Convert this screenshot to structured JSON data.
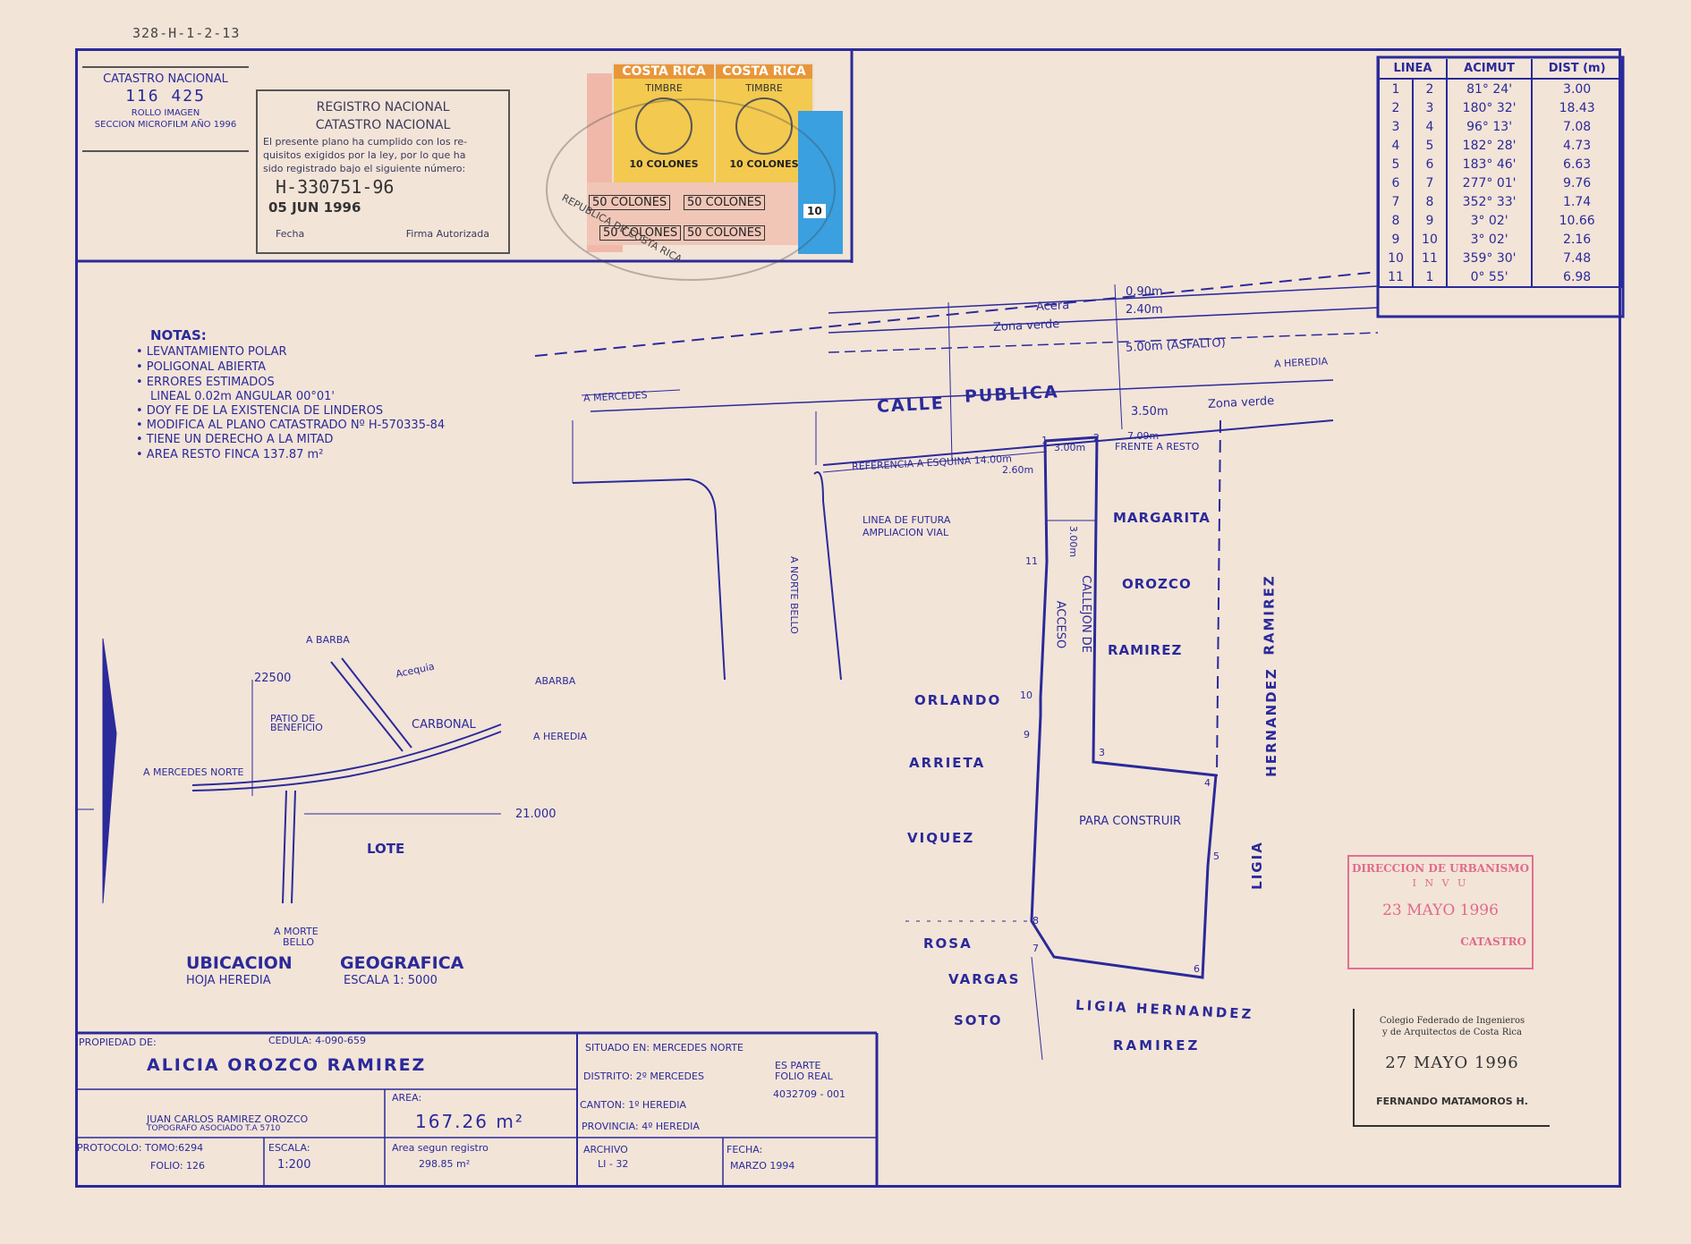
{
  "reference_code": "328-H-1-2-13",
  "catastro": {
    "title": "CATASTRO NACIONAL",
    "number": "116 425",
    "line1": "ROLLO IMAGEN",
    "line2": "SECCION MICROFILM AÑO 1996"
  },
  "registro": {
    "title1": "REGISTRO NACIONAL",
    "title2": "CATASTRO NACIONAL",
    "text1": "El presente plano ha cumplido con los re-",
    "text2": "quisitos exigidos por la ley, por lo que ha",
    "text3": "sido registrado bajo el siguiente número:",
    "plano_number": "H-330751-96",
    "date": "05 JUN 1996",
    "fecha_label": "Fecha",
    "firma_label": "Firma Autorizada"
  },
  "stamps": {
    "country": "COSTA RICA",
    "timbre": "TIMBRE",
    "ten_colones": "10 COLONES",
    "fifty_colones": "50 COLONES",
    "ten_small": "10",
    "seal_text": "REPUBLICA DE COSTA RICA"
  },
  "table": {
    "headers": [
      "LINEA",
      "ACIMUT",
      "DIST (m)"
    ],
    "rows": [
      [
        "1",
        "2",
        "81° 24'",
        "3.00"
      ],
      [
        "2",
        "3",
        "180° 32'",
        "18.43"
      ],
      [
        "3",
        "4",
        "96° 13'",
        "7.08"
      ],
      [
        "4",
        "5",
        "182° 28'",
        "4.73"
      ],
      [
        "5",
        "6",
        "183° 46'",
        "6.63"
      ],
      [
        "6",
        "7",
        "277° 01'",
        "9.76"
      ],
      [
        "7",
        "8",
        "352° 33'",
        "1.74"
      ],
      [
        "8",
        "9",
        "3° 02'",
        "10.66"
      ],
      [
        "9",
        "10",
        "3° 02'",
        "2.16"
      ],
      [
        "10",
        "11",
        "359° 30'",
        "7.48"
      ],
      [
        "11",
        "1",
        "0° 55'",
        "6.98"
      ]
    ]
  },
  "notes": {
    "title": "NOTAS:",
    "items": [
      "• LEVANTAMIENTO POLAR",
      "• POLIGONAL ABIERTA",
      "• ERRORES ESTIMADOS",
      "LINEAL 0.02m ANGULAR 00°01'",
      "• DOY FE DE LA EXISTENCIA DE LINDEROS",
      "• MODIFICA AL PLANO CATASTRADO Nº H-570335-84",
      "• TIENE UN DERECHO A LA MITAD",
      "• AREA RESTO FINCA 137.87 m²"
    ]
  },
  "plan": {
    "acera": "Acera",
    "acera_dim": "0.90m",
    "zona_verde_top": "Zona verde",
    "zona_dim": "2.40m",
    "asfalto": "5.00m (ASFALTO)",
    "calle": "CALLE",
    "publica": "PUBLICA",
    "a_heredia": "A HEREDIA",
    "a_mercedes": "A MERCEDES",
    "zona_verde_bottom": "Zona verde",
    "zona_bottom_dim": "3.50m",
    "referencia": "REFERENCIA A ESQUINA 14.00m",
    "dim_300_top": "3.00m",
    "dim_709": "7.09m",
    "frente": "FRENTE A RESTO",
    "dim_260": "2.60m",
    "futura1": "LINEA DE FUTURA",
    "futura2": "AMPLIACION VIAL",
    "dim_300_side": "3.00m",
    "callejon": "CALLEJON DE",
    "acceso": "ACCESO",
    "a_norte_bello": "A NORTE BELLO",
    "margarita": "MARGARITA",
    "orozco": "OROZCO",
    "ramirez1": "RAMIREZ",
    "ligia_side1": "LIGIA",
    "ligia_side2": "HERNANDEZ",
    "ligia_side3": "RAMIREZ",
    "orlando": "ORLANDO",
    "arrieta": "ARRIETA",
    "viquez": "VIQUEZ",
    "para_construir": "PARA CONSTRUIR",
    "rosa": "ROSA",
    "vargas": "VARGAS",
    "soto": "SOTO",
    "ligia_bottom": "LIGIA HERNANDEZ",
    "ramirez_bottom": "RAMIREZ",
    "points": [
      "1",
      "2",
      "3",
      "4",
      "5",
      "6",
      "7",
      "8",
      "9",
      "10",
      "11"
    ]
  },
  "location": {
    "a_barba": "A BARBA",
    "coord_n": "22500",
    "acequia": "Acequia",
    "abarba": "ABARBA",
    "patio1": "PATIO DE",
    "patio2": "BENEFICIO",
    "carbonal": "CARBONAL",
    "a_heredia": "A HEREDIA",
    "a_mercedes_norte": "A MERCEDES NORTE",
    "coord_e": "21.000",
    "lote": "LOTE",
    "a_morte": "A MORTE",
    "bello": "BELLO",
    "ubicacion": "UBICACION",
    "geografica": "GEOGRAFICA",
    "hoja": "HOJA HEREDIA",
    "escala": "ESCALA 1: 5000"
  },
  "title_block": {
    "propiedad_label": "PROPIEDAD DE:",
    "cedula": "CEDULA: 4-090-659",
    "owner": "ALICIA OROZCO RAMIREZ",
    "topografo_name": "JUAN CARLOS RAMIREZ OROZCO",
    "topografo_title": "TOPOGRAFO ASOCIADO T.A 5710",
    "area_label": "AREA:",
    "area_value": "167.26 m²",
    "protocolo": "PROTOCOLO: TOMO:6294",
    "folio": "FOLIO: 126",
    "escala_label": "ESCALA:",
    "escala_value": "1:200",
    "area_registro_label": "Area segun registro",
    "area_registro_value": "298.85 m²",
    "situado": "SITUADO EN: MERCEDES NORTE",
    "distrito": "DISTRITO: 2º MERCEDES",
    "es_parte": "ES PARTE",
    "folio_real_label": "FOLIO REAL",
    "folio_real_value": "4032709 - 001",
    "canton": "CANTON: 1º HEREDIA",
    "provincia": "PROVINCIA: 4º HEREDIA",
    "archivo_label": "ARCHIVO",
    "archivo_value": "LI - 32",
    "fecha_label": "FECHA:",
    "fecha_value": "MARZO 1994"
  },
  "stamp_urbanismo": {
    "line1": "DIRECCION DE URBANISMO",
    "line2": "I N V U",
    "date": "23 MAYO 1996",
    "line3": "CATASTRO"
  },
  "stamp_colegio": {
    "line1": "Colegio Federado de Ingenieros",
    "line2": "y de Arquitectos de Costa Rica",
    "date": "27 MAYO 1996",
    "name": "FERNANDO MATAMOROS H."
  }
}
